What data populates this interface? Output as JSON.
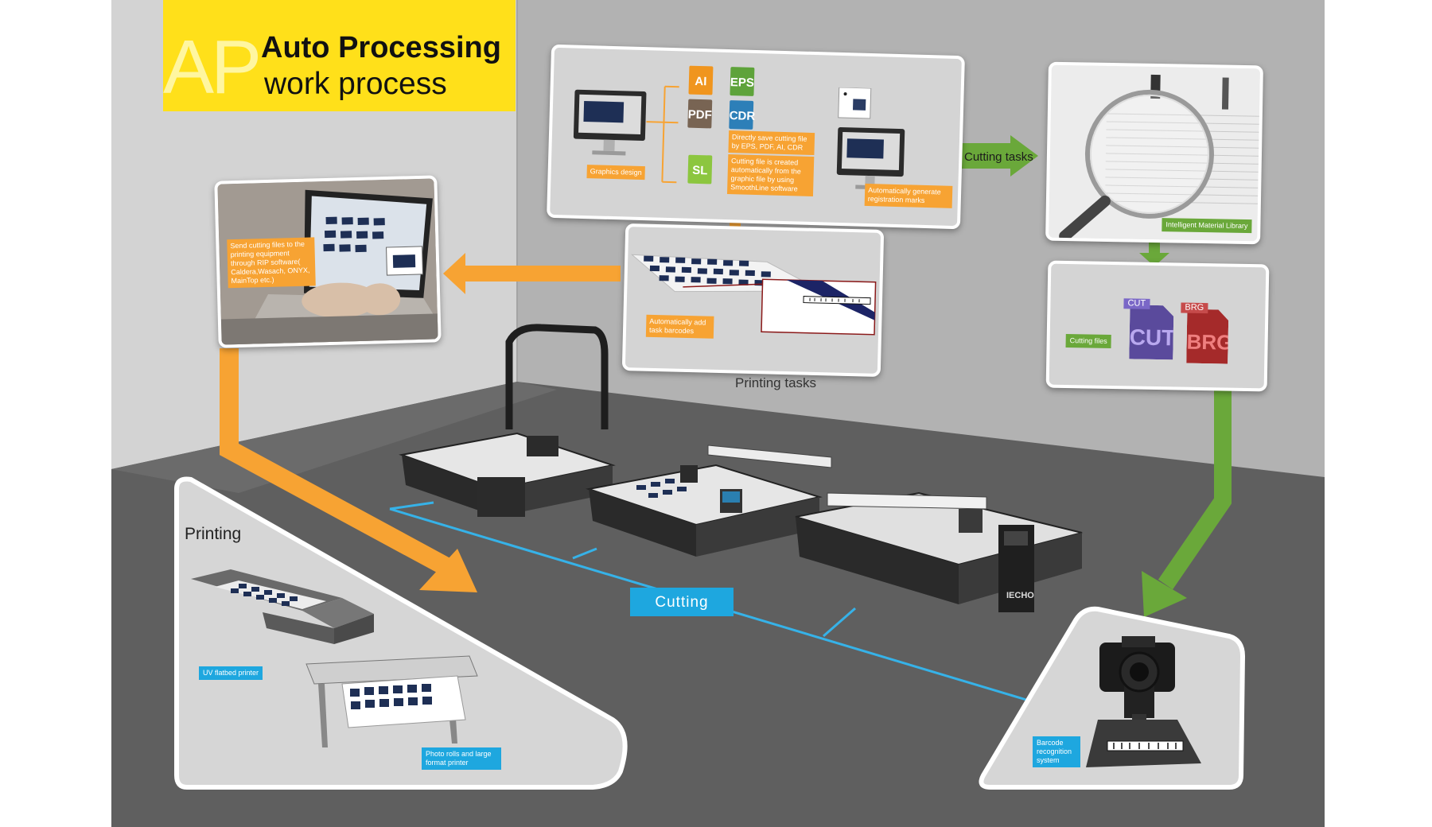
{
  "title": {
    "logo_letters": "AP",
    "line1": "Auto Processing",
    "line2": "work process"
  },
  "colors": {
    "yellow": "#ffe01a",
    "orange": "#f7a333",
    "green": "#6aa83a",
    "blue": "#1ea7df",
    "wall": "#b9b9b9",
    "floor": "#5d5d5d"
  },
  "design_panel": {
    "graphics_design": "Graphics design",
    "file_types": [
      "AI",
      "EPS",
      "PDF",
      "CDR",
      "SL"
    ],
    "save_note": "Directly save cutting file by EPS, PDF, AI, CDR",
    "smoothline_note": "Cutting file is created automatically from the graphic file by using SmoothLine software",
    "registration_note": "Automatically generate registration marks"
  },
  "barcode_panel": {
    "note": "Automatically add task barcodes",
    "caption": "Printing tasks"
  },
  "laptop_panel": {
    "note": "Send cutting files to the printing equipment through RIP software( Caldera,Wasach, ONYX, MainTop etc.)"
  },
  "material_panel": {
    "label": "Intelligent Material Library"
  },
  "cutting_tasks_label": "Cutting tasks",
  "cut_files_panel": {
    "label": "Cutting files",
    "files": [
      {
        "ext": "CUT",
        "label": "CUT"
      },
      {
        "ext": "BRG",
        "label": "BRG"
      }
    ]
  },
  "printing_panel": {
    "title": "Printing",
    "uv_label": "UV flatbed printer",
    "roll_label": "Photo rolls and large format printer"
  },
  "cutting_label": "Cutting",
  "camera_panel": {
    "label": "Barcode recognition system"
  },
  "machine_brand": "IECHO"
}
